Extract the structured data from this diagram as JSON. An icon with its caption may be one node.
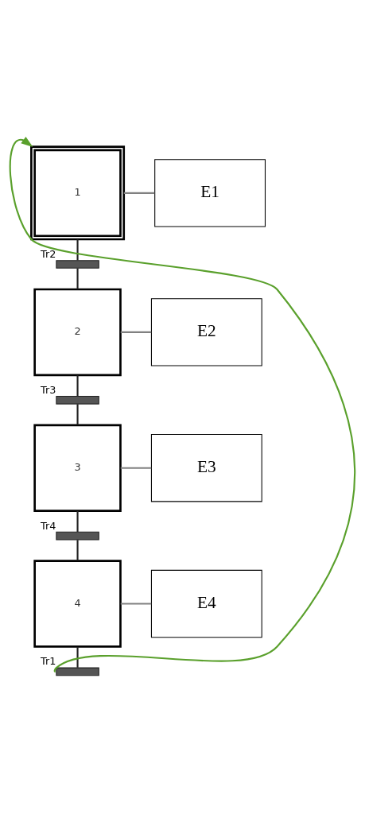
{
  "diagram": {
    "nodes": [
      {
        "text": [
          "1"
        ]
      },
      {
        "text": [
          "E1"
        ]
      },
      {
        "text": [],
        "shape": "bar",
        "beside": [
          "Tr2"
        ]
      },
      {
        "text": [
          "2"
        ]
      },
      {
        "text": [
          "E2"
        ]
      },
      {
        "text": [],
        "shape": "bar",
        "beside": [
          "Tr3"
        ]
      },
      {
        "text": [
          "3"
        ]
      },
      {
        "text": [
          "E3"
        ]
      },
      {
        "text": [],
        "shape": "bar",
        "beside": [
          "Tr4"
        ]
      },
      {
        "text": [
          "4"
        ]
      },
      {
        "text": [
          "E4"
        ]
      },
      {
        "text": [],
        "shape": "bar",
        "beside": [
          "Tr1"
        ]
      }
    ],
    "edges": [
      {
        "from": 0,
        "to": 1,
        "arrow": "none",
        "color": "#808080"
      },
      {
        "from": 0,
        "to": 2,
        "arrow": "none"
      },
      {
        "from": 2,
        "to": 3,
        "arrow": "none"
      },
      {
        "from": 3,
        "to": 4,
        "arrow": "none",
        "color": "#808080"
      },
      {
        "from": 3,
        "to": 5,
        "arrow": "none"
      },
      {
        "from": 5,
        "to": 6,
        "arrow": "none"
      },
      {
        "from": 6,
        "to": 7,
        "arrow": "none",
        "color": "#808080"
      },
      {
        "from": 6,
        "to": 8,
        "arrow": "none"
      },
      {
        "from": 8,
        "to": 9,
        "arrow": "none"
      },
      {
        "from": 9,
        "to": 10,
        "arrow": "none",
        "color": "#808080"
      },
      {
        "from": 9,
        "to": 11,
        "arrow": "none"
      },
      {
        "from": 11,
        "to": 0,
        "arrow": "to",
        "color": "#5aa02c"
      }
    ]
  }
}
